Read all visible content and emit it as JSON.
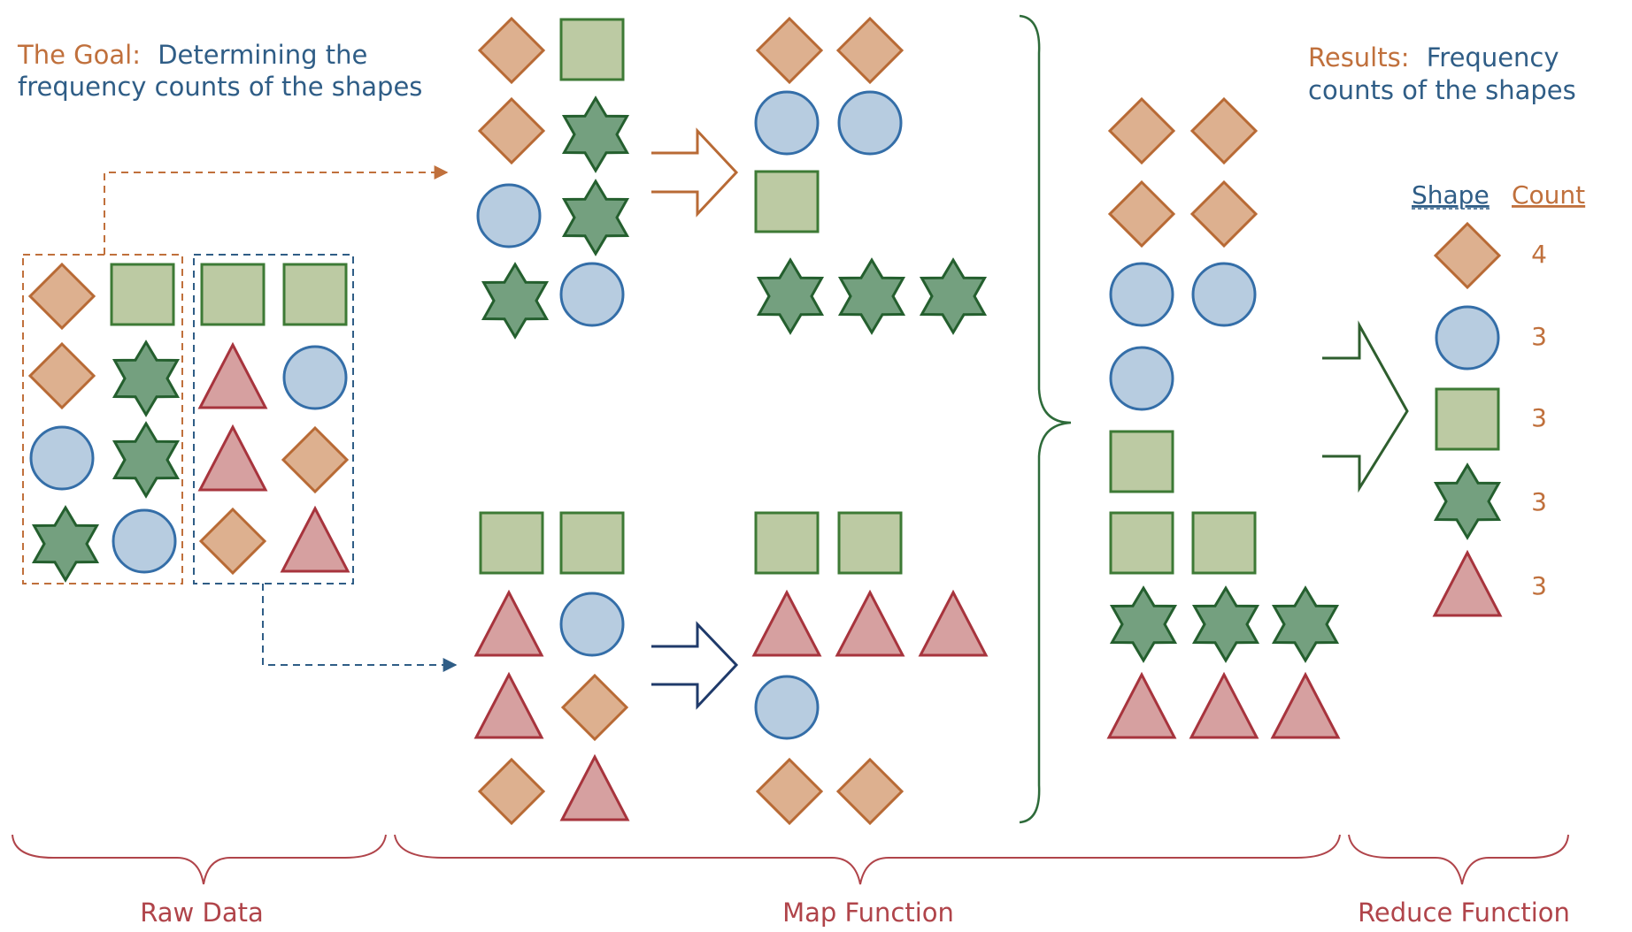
{
  "goal": {
    "label": "The Goal:",
    "line1": "Determining the",
    "line2": "frequency counts of the shapes"
  },
  "results": {
    "label": "Results:",
    "line1": "Frequency",
    "line2": "counts of the shapes"
  },
  "table": {
    "shape_header": "Shape",
    "count_header": "Count",
    "rows": [
      {
        "shape": "diamond",
        "count": "4"
      },
      {
        "shape": "circle",
        "count": "3"
      },
      {
        "shape": "square",
        "count": "3"
      },
      {
        "shape": "star",
        "count": "3"
      },
      {
        "shape": "triangle",
        "count": "3"
      }
    ]
  },
  "stages": {
    "raw": "Raw Data",
    "map": "Map Function",
    "reduce": "Reduce Function"
  },
  "colors": {
    "orange": "#c0703c",
    "blue": "#2f5d86",
    "red": "#b0444a",
    "green": "#2e6b3a",
    "diamond_fill": "#ddb08f",
    "diamond_stroke": "#b86a35",
    "square_fill": "#bccaa3",
    "square_stroke": "#3d7a35",
    "star_fill": "#74a07f",
    "star_stroke": "#245f2e",
    "circle_fill": "#b7cce0",
    "circle_stroke": "#346ea8",
    "triangle_fill": "#d6a0a0",
    "triangle_stroke": "#a7343d"
  }
}
